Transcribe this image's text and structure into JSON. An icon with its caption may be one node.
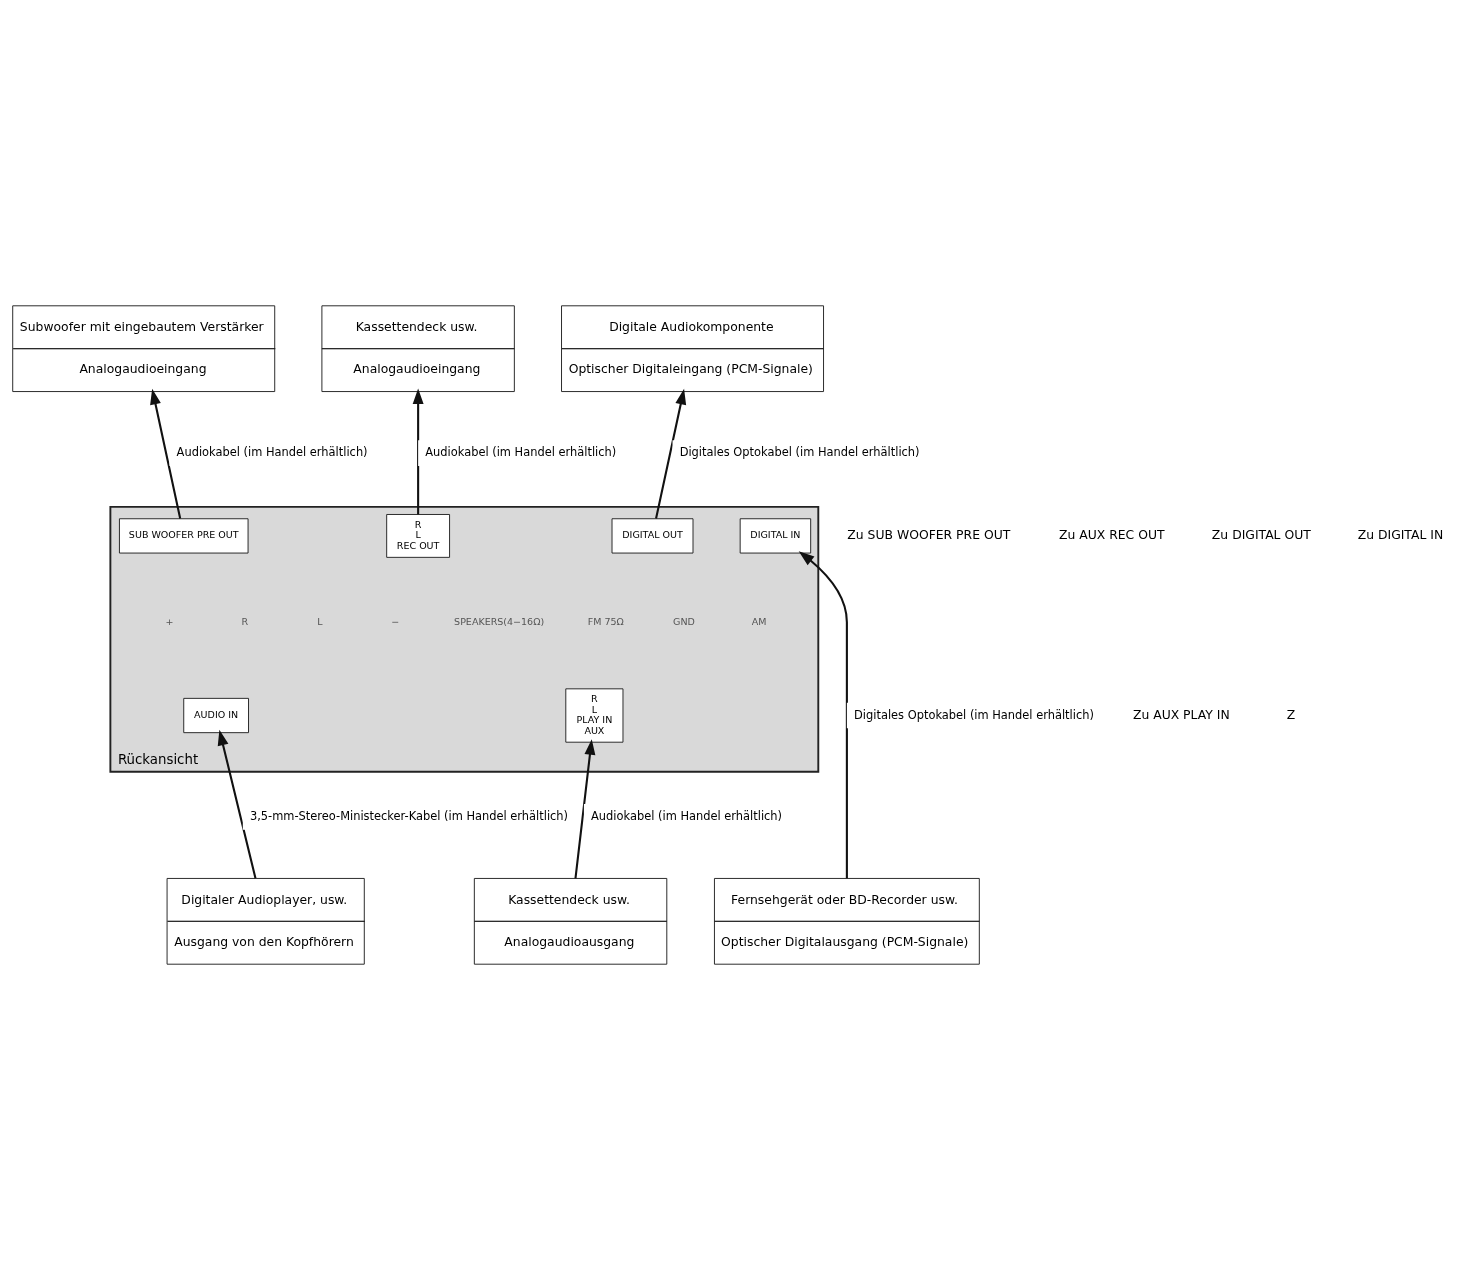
{
  "diagram": {
    "nodes": [
      {
        "text": [
          "Subwoofer mit eingebautem Verstärker",
          "Analogaudioeingang"
        ]
      },
      {
        "text": [
          "Kassettendeck usw.",
          "Analogaudioeingang"
        ]
      },
      {
        "text": [
          "Digitale Audiokomponente",
          "Optischer Digitaleingang (PCM-Signale)"
        ]
      },
      {
        "text": [
          "Rückansicht"
        ]
      },
      {
        "text": [
          "SUB WOOFER PRE OUT"
        ],
        "in": 3
      },
      {
        "text": [
          "R",
          "L",
          "REC OUT"
        ],
        "in": 3
      },
      {
        "text": [
          "DIGITAL OUT"
        ],
        "in": 3
      },
      {
        "text": [
          "DIGITAL IN"
        ],
        "in": 3
      },
      {
        "text": [
          "AUDIO IN"
        ],
        "in": 3
      },
      {
        "text": [
          "R",
          "L",
          "PLAY IN",
          "AUX"
        ],
        "in": 3
      },
      {
        "text": [
          "Digitaler Audioplayer, usw.",
          "Ausgang von den Kopfhörern"
        ]
      },
      {
        "text": [
          "Kassettendeck usw.",
          "Analogaudioausgang"
        ]
      },
      {
        "text": [
          "Fernsehgerät oder BD-Recorder usw.",
          "Optischer Digitalausgang (PCM-Signale)"
        ]
      }
    ],
    "edges": [
      {
        "from": 4,
        "to": 0,
        "arrow": "to",
        "label": "Audiokabel (im Handel erhältlich)"
      },
      {
        "from": 5,
        "to": 1,
        "arrow": "to",
        "label": "Audiokabel (im Handel erhältlich)"
      },
      {
        "from": 6,
        "to": 2,
        "arrow": "to",
        "label": "Digitales Optokabel (im Handel erhältlich)"
      },
      {
        "from": 10,
        "to": 8,
        "arrow": "to",
        "label": "3,5-mm-Stereo-Ministecker-Kabel (im Handel erhältlich)"
      },
      {
        "from": 11,
        "to": 9,
        "arrow": "to",
        "label": "Audiokabel (im Handel erhältlich)"
      },
      {
        "from": 12,
        "to": 7,
        "arrow": "to",
        "label": "Digitales Optokabel (im Handel erhältlich)"
      }
    ],
    "labels": [
      "Zu SUB WOOFER PRE OUT",
      "Zu AUX REC OUT",
      "Zu DIGITAL OUT",
      "+",
      "R",
      "L",
      "−",
      "SPEAKERS(4−16Ω)",
      "FM 75Ω",
      "GND",
      "AM",
      "Zu DIGITAL IN",
      "Zu AUX PLAY IN",
      "Z"
    ]
  }
}
